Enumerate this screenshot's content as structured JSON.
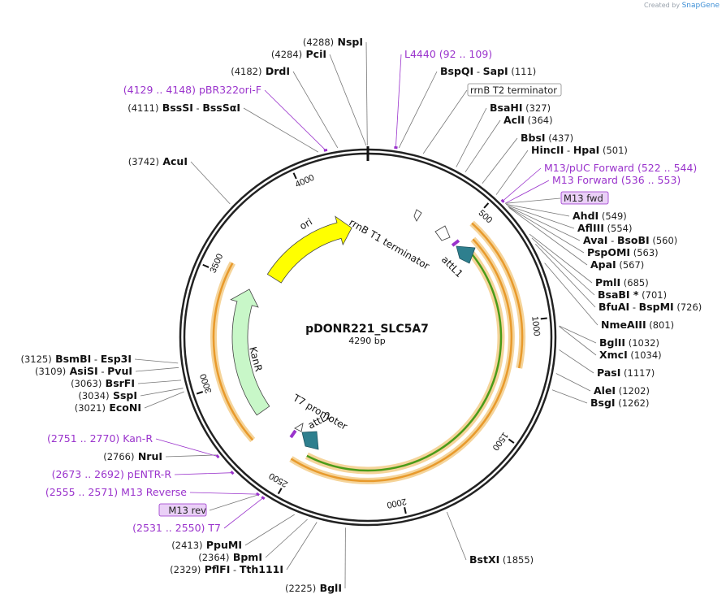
{
  "credit": {
    "created_by": "Created by",
    "brand": "SnapGene"
  },
  "plasmid": {
    "name": "pDONR221_SLC5A7",
    "size": "4290 bp"
  },
  "ticks": [
    {
      "label": "500",
      "pos": 500
    },
    {
      "label": "1000",
      "pos": 1000
    },
    {
      "label": "1500",
      "pos": 1500
    },
    {
      "label": "2000",
      "pos": 2000
    },
    {
      "label": "2500",
      "pos": 2500
    },
    {
      "label": "3000",
      "pos": 3000
    },
    {
      "label": "3500",
      "pos": 3500
    },
    {
      "label": "4000",
      "pos": 4000
    }
  ],
  "labels": [
    {
      "id": "nspi",
      "pos": 4288,
      "parts": [
        [
          "(4288)",
          "p"
        ],
        [
          "  NspI",
          "n"
        ]
      ]
    },
    {
      "id": "pcii",
      "pos": 4284,
      "parts": [
        [
          "(4284)",
          "p"
        ],
        [
          "  PciI",
          "n"
        ]
      ]
    },
    {
      "id": "drdi",
      "pos": 4182,
      "parts": [
        [
          "(4182)",
          "p"
        ],
        [
          "  DrdI",
          "n"
        ]
      ]
    },
    {
      "id": "pbr322",
      "pos": 4138,
      "parts": [
        [
          "(4129 .. 4148)  pBR322ori-F",
          "u"
        ]
      ]
    },
    {
      "id": "bsssi",
      "pos": 4111,
      "parts": [
        [
          "(4111)",
          "p"
        ],
        [
          "  BssSI",
          "n"
        ],
        [
          "  - ",
          "p"
        ],
        [
          "BssSαI",
          "n"
        ]
      ]
    },
    {
      "id": "acui",
      "pos": 3742,
      "parts": [
        [
          "(3742)",
          "p"
        ],
        [
          "  AcuI",
          "n"
        ]
      ]
    },
    {
      "id": "l4440",
      "pos": 100,
      "parts": [
        [
          "L4440",
          "u"
        ],
        [
          "    (92 .. 109)",
          "u"
        ]
      ]
    },
    {
      "id": "bspqi",
      "pos": 111,
      "parts": [
        [
          "BspQI",
          "n"
        ],
        [
          "  -  ",
          "p"
        ],
        [
          "SapI",
          "n"
        ],
        [
          "    (111)",
          "p"
        ]
      ]
    },
    {
      "id": "rrnbt2",
      "pos": 200,
      "parts": [
        [
          "rrnB T2 terminator",
          "p"
        ]
      ],
      "box": "plain"
    },
    {
      "id": "bsahi",
      "pos": 327,
      "parts": [
        [
          "BsaHI",
          "n"
        ],
        [
          "    (327)",
          "p"
        ]
      ]
    },
    {
      "id": "acli",
      "pos": 364,
      "parts": [
        [
          "AclI",
          "n"
        ],
        [
          "    (364)",
          "p"
        ]
      ]
    },
    {
      "id": "bbsi",
      "pos": 437,
      "parts": [
        [
          "BbsI",
          "n"
        ],
        [
          "    (437)",
          "p"
        ]
      ]
    },
    {
      "id": "hincii",
      "pos": 501,
      "parts": [
        [
          "HincII",
          "n"
        ],
        [
          "  -  ",
          "p"
        ],
        [
          "HpaI",
          "n"
        ],
        [
          "    (501)",
          "p"
        ]
      ]
    },
    {
      "id": "m13puc",
      "pos": 533,
      "parts": [
        [
          "M13/pUC Forward",
          "u"
        ],
        [
          "    (522 .. 544)",
          "u"
        ]
      ]
    },
    {
      "id": "m13fwdp",
      "pos": 545,
      "parts": [
        [
          "M13 Forward",
          "u"
        ],
        [
          "    (536 .. 553)",
          "u"
        ]
      ]
    },
    {
      "id": "m13fwd",
      "pos": 545,
      "parts": [
        [
          "M13 fwd",
          "p"
        ]
      ],
      "box": "purple"
    },
    {
      "id": "ahdi",
      "pos": 549,
      "parts": [
        [
          "AhdI",
          "n"
        ],
        [
          "    (549)",
          "p"
        ]
      ]
    },
    {
      "id": "aflii",
      "pos": 554,
      "parts": [
        [
          "AflIII",
          "n"
        ],
        [
          "    (554)",
          "p"
        ]
      ]
    },
    {
      "id": "avai",
      "pos": 560,
      "parts": [
        [
          "AvaI",
          "n"
        ],
        [
          "  -  ",
          "p"
        ],
        [
          "BsoBI",
          "n"
        ],
        [
          "    (560)",
          "p"
        ]
      ]
    },
    {
      "id": "pspomi",
      "pos": 563,
      "parts": [
        [
          "PspOMI",
          "n"
        ],
        [
          "    (563)",
          "p"
        ]
      ]
    },
    {
      "id": "apai",
      "pos": 567,
      "parts": [
        [
          "ApaI",
          "n"
        ],
        [
          "    (567)",
          "p"
        ]
      ]
    },
    {
      "id": "pmli",
      "pos": 685,
      "parts": [
        [
          "PmlI",
          "n"
        ],
        [
          "    (685)",
          "p"
        ]
      ]
    },
    {
      "id": "bsabi",
      "pos": 701,
      "parts": [
        [
          "BsaBI *",
          "n"
        ],
        [
          "    (701)",
          "p"
        ]
      ]
    },
    {
      "id": "bfuai",
      "pos": 726,
      "parts": [
        [
          "BfuAI",
          "n"
        ],
        [
          "  -  ",
          "p"
        ],
        [
          "BspMI",
          "n"
        ],
        [
          "    (726)",
          "p"
        ]
      ]
    },
    {
      "id": "nmeaiii",
      "pos": 801,
      "parts": [
        [
          "NmeAIII",
          "n"
        ],
        [
          "    (801)",
          "p"
        ]
      ]
    },
    {
      "id": "bglii",
      "pos": 1032,
      "parts": [
        [
          "BglII",
          "n"
        ],
        [
          "    (1032)",
          "p"
        ]
      ]
    },
    {
      "id": "xmci",
      "pos": 1034,
      "parts": [
        [
          "XmcI",
          "n"
        ],
        [
          "    (1034)",
          "p"
        ]
      ]
    },
    {
      "id": "pasi",
      "pos": 1117,
      "parts": [
        [
          "PasI",
          "n"
        ],
        [
          "    (1117)",
          "p"
        ]
      ]
    },
    {
      "id": "alei",
      "pos": 1202,
      "parts": [
        [
          "AleI",
          "n"
        ],
        [
          "    (1202)",
          "p"
        ]
      ]
    },
    {
      "id": "bsgi",
      "pos": 1262,
      "parts": [
        [
          "BsgI",
          "n"
        ],
        [
          "    (1262)",
          "p"
        ]
      ]
    },
    {
      "id": "bstxi",
      "pos": 1855,
      "parts": [
        [
          "BstXI",
          "n"
        ],
        [
          "    (1855)",
          "p"
        ]
      ]
    },
    {
      "id": "bgli",
      "pos": 2225,
      "parts": [
        [
          "(2225)",
          "p"
        ],
        [
          "  BglI",
          "n"
        ]
      ]
    },
    {
      "id": "pflfi",
      "pos": 2329,
      "parts": [
        [
          "(2329)",
          "p"
        ],
        [
          "  PflFI",
          "n"
        ],
        [
          "  -  ",
          "p"
        ],
        [
          "Tth111I",
          "n"
        ]
      ]
    },
    {
      "id": "bpmi",
      "pos": 2364,
      "parts": [
        [
          "(2364)",
          "p"
        ],
        [
          "  BpmI",
          "n"
        ]
      ]
    },
    {
      "id": "ppumi",
      "pos": 2413,
      "parts": [
        [
          "(2413)",
          "p"
        ],
        [
          "  PpuMI",
          "n"
        ]
      ]
    },
    {
      "id": "t7",
      "pos": 2540,
      "parts": [
        [
          "(2531 .. 2550)  T7",
          "u"
        ]
      ]
    },
    {
      "id": "m13rev",
      "pos": 2560,
      "parts": [
        [
          "M13 rev",
          "p"
        ]
      ],
      "box": "purple"
    },
    {
      "id": "m13reverse",
      "pos": 2563,
      "parts": [
        [
          "(2555 .. 2571)  M13 Reverse",
          "u"
        ]
      ]
    },
    {
      "id": "pentr",
      "pos": 2682,
      "parts": [
        [
          "(2673 .. 2692)  pENTR-R",
          "u"
        ]
      ]
    },
    {
      "id": "nrui",
      "pos": 2766,
      "parts": [
        [
          "(2766)",
          "p"
        ],
        [
          "  NruI",
          "n"
        ]
      ]
    },
    {
      "id": "kanr_p",
      "pos": 2760,
      "parts": [
        [
          "(2751 .. 2770)  Kan-R",
          "u"
        ]
      ]
    },
    {
      "id": "econi",
      "pos": 3021,
      "parts": [
        [
          "(3021)",
          "p"
        ],
        [
          "  EcoNI",
          "n"
        ]
      ]
    },
    {
      "id": "sspi",
      "pos": 3034,
      "parts": [
        [
          "(3034)",
          "p"
        ],
        [
          "  SspI",
          "n"
        ]
      ]
    },
    {
      "id": "bsrfi",
      "pos": 3063,
      "parts": [
        [
          "(3063)",
          "p"
        ],
        [
          "  BsrFI",
          "n"
        ]
      ]
    },
    {
      "id": "asisi",
      "pos": 3109,
      "parts": [
        [
          "(3109)",
          "p"
        ],
        [
          "  AsiSI",
          "n"
        ],
        [
          "  -  ",
          "p"
        ],
        [
          "PvuI",
          "n"
        ]
      ]
    },
    {
      "id": "bsmbi",
      "pos": 3125,
      "parts": [
        [
          "(3125)",
          "p"
        ],
        [
          "  BsmBI",
          "n"
        ],
        [
          "  -  ",
          "p"
        ],
        [
          "Esp3I",
          "n"
        ]
      ]
    }
  ],
  "features": [
    {
      "id": "ori",
      "label": "ori",
      "color": "#ffff00",
      "start": 3600,
      "end": 4190,
      "dir": "ccw"
    },
    {
      "id": "kanr",
      "label": "KanR",
      "color": "#c8f7c8",
      "start": 2760,
      "end": 3550,
      "dir": "ccw"
    },
    {
      "id": "rrnbt1",
      "label": "rrnB T1 terminator"
    },
    {
      "id": "attl1",
      "label": "attL1"
    },
    {
      "id": "attl2",
      "label": "attL2"
    },
    {
      "id": "t7prom",
      "label": "T7 promoter"
    }
  ],
  "colors": {
    "orange": "#e89a2c",
    "green": "#4a9b18",
    "teal": "#2e7f8e",
    "purple": "#9a33cc"
  }
}
